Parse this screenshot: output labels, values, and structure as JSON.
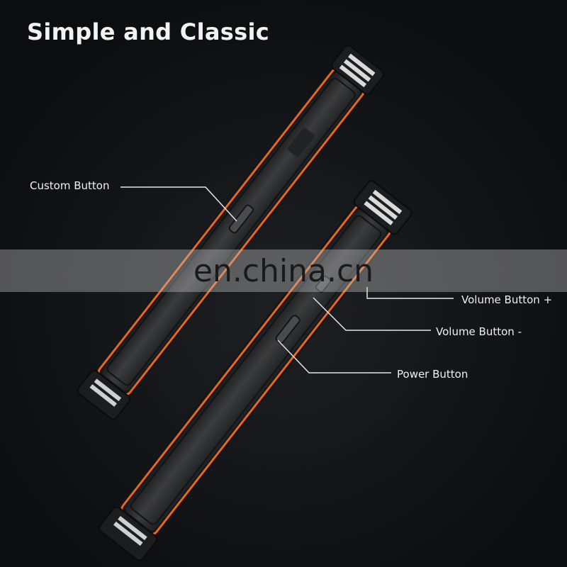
{
  "title": "Simple and Classic",
  "labels": {
    "custom": "Custom Button",
    "volume_up": "Volume Button +",
    "volume_down": "Volume Button -",
    "power": "Power Button"
  },
  "watermark": "en.china.cn",
  "colors": {
    "background": "#0f1012",
    "accent": "#e8661e",
    "body": "#2d2f31",
    "text": "#f0f0f0"
  }
}
